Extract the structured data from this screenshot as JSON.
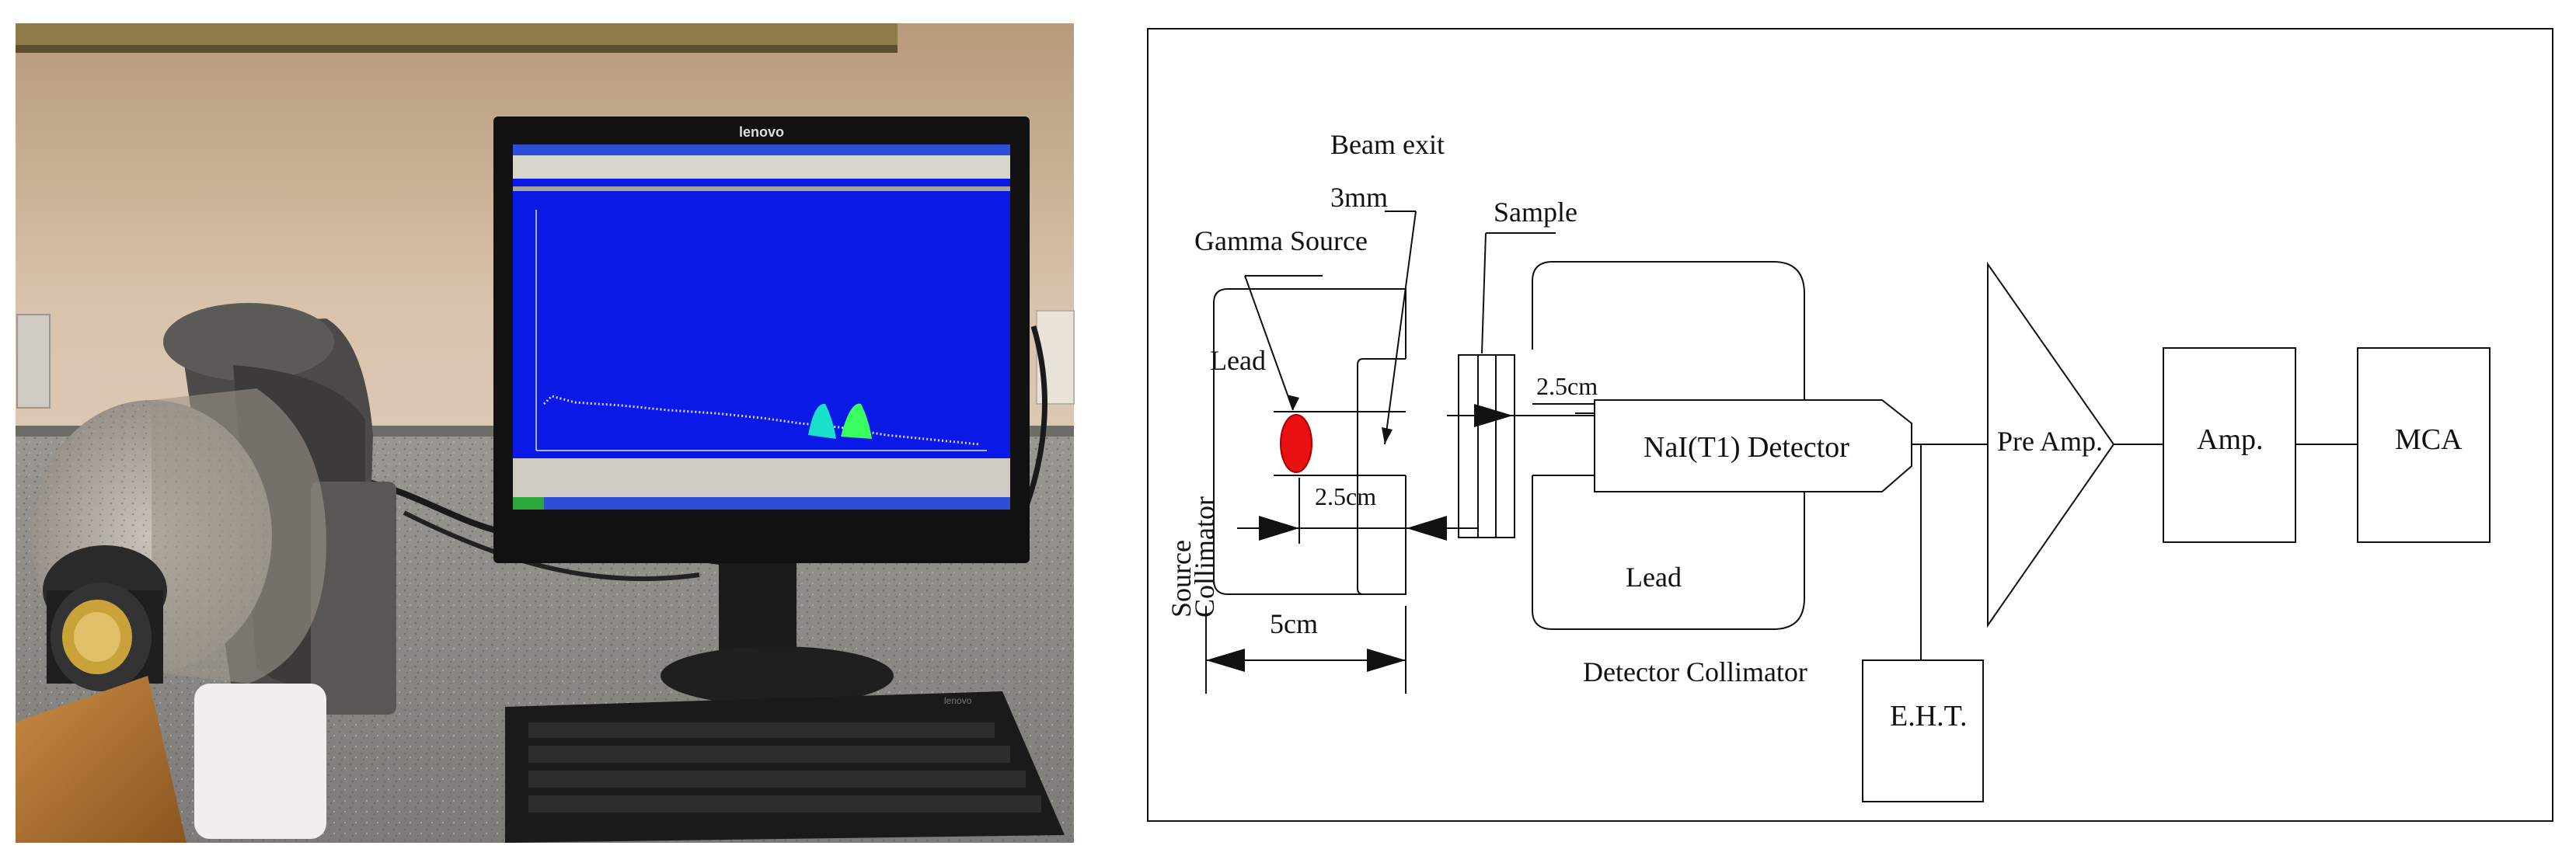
{
  "photo": {
    "monitor_brand": "lenovo",
    "keyboard_brand": "lenovo",
    "colors": {
      "wall": "#d6c1a8",
      "counter": "#8c8a86",
      "screen_bg": "#0a19e6",
      "spectrum_peak": "#19e0c8",
      "spectrum_peak2": "#3aff60"
    }
  },
  "diagram": {
    "labels": {
      "beam_exit": "Beam exit",
      "beam_exit_size": "3mm",
      "sample": "Sample",
      "gamma_source": "Gamma Source",
      "lead_source": "Lead",
      "lead_detector": "Lead",
      "source_collimator_1": "Source",
      "source_collimator_2": "Collimator",
      "dim_2_5cm_top": "2.5cm",
      "dim_2_5cm_bottom": "2.5cm",
      "dim_5cm": "5cm",
      "detector": "NaI(T1) Detector",
      "detector_collimator": "Detector Collimator",
      "pre_amp": "Pre Amp.",
      "amp": "Amp.",
      "mca": "MCA",
      "eht": "E.H.T."
    },
    "colors": {
      "line": "#111111",
      "source": "#e81010"
    }
  }
}
